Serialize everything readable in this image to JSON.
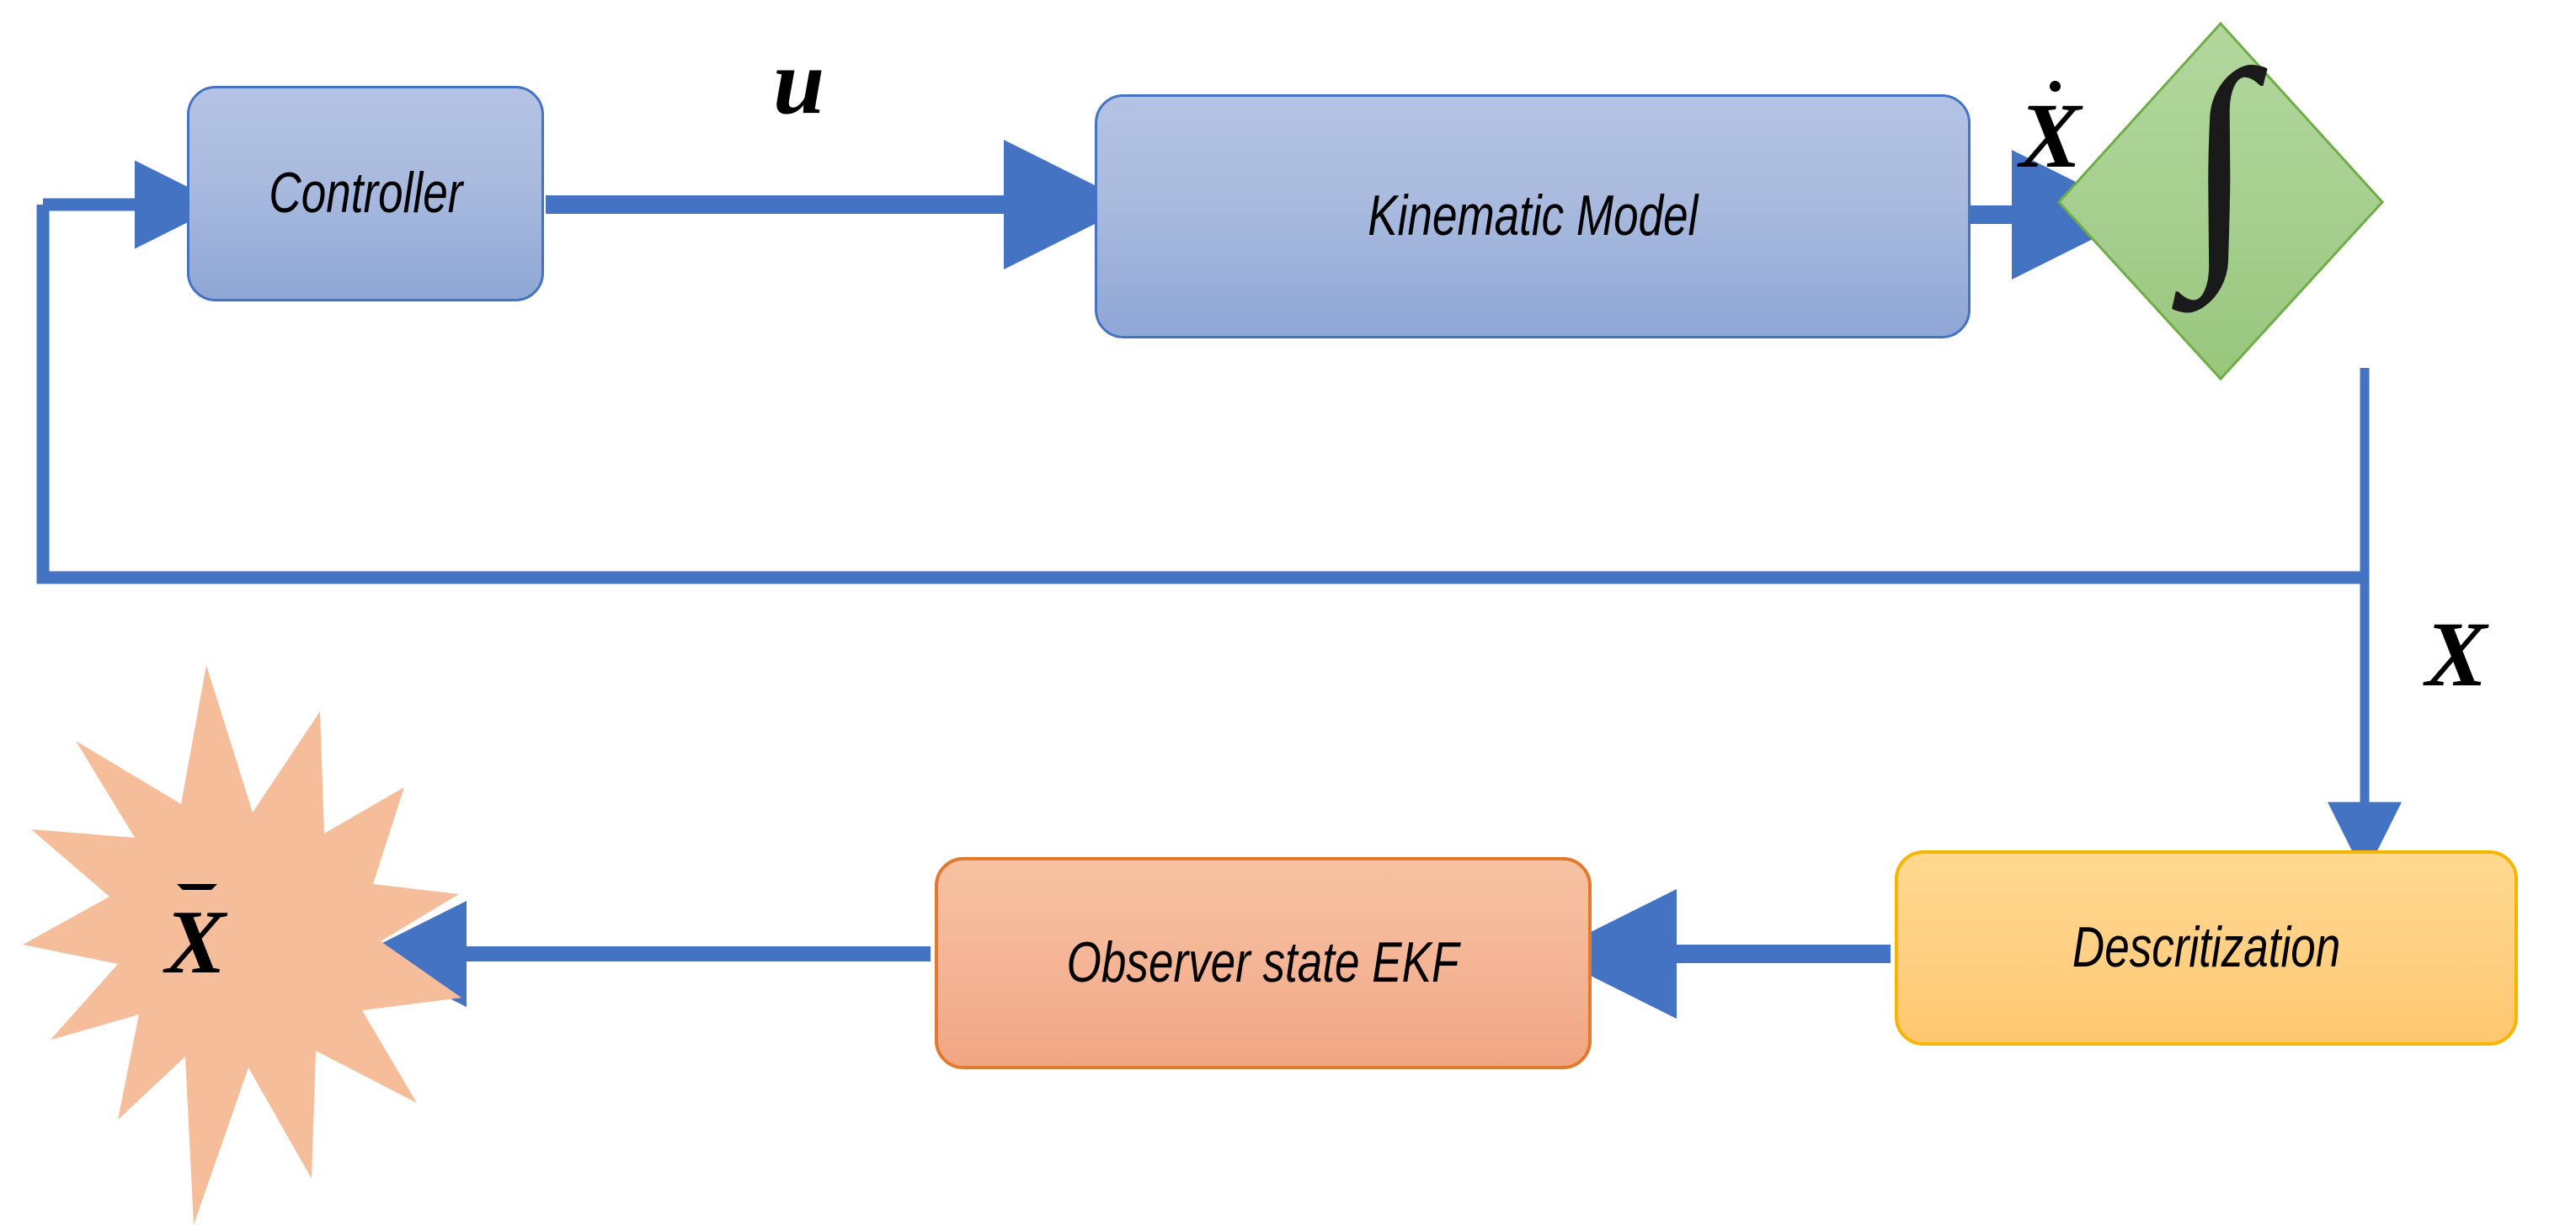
{
  "diagram": {
    "title": "Closed-loop kinematic control with EKF state observer",
    "background_color": "#ffffff",
    "connector_color": "#4573c4"
  },
  "nodes": {
    "controller": {
      "label": "Controller",
      "shape": "rounded-rectangle",
      "fill": "#a9bade",
      "border": "#4573c4"
    },
    "kinematic_model": {
      "label": "Kinematic Model",
      "shape": "rounded-rectangle",
      "fill": "#a9bade",
      "border": "#4573c4"
    },
    "integrator": {
      "label": "∫",
      "icon": "integral-icon",
      "shape": "diamond",
      "fill": "#a8cf8e",
      "border": "#70ad47"
    },
    "descritization": {
      "label": "Descritization",
      "shape": "rounded-rectangle",
      "fill": "#ffd085",
      "border": "#f7b500"
    },
    "observer": {
      "label": "Observer state EKF",
      "shape": "rounded-rectangle",
      "fill": "#f4b596",
      "border": "#e2792c"
    },
    "estimate_burst": {
      "label": "X",
      "accent": "hat",
      "shape": "explosion-star",
      "fill": "#f5bd9a",
      "border": "none"
    }
  },
  "signals": {
    "control_input": {
      "label": "u",
      "from": "controller-feedback",
      "to": "controller"
    },
    "state_derivative": {
      "label": "X",
      "accent": "dot",
      "from": "kinematic-model",
      "to": "integrator"
    },
    "state": {
      "label": "X",
      "accent": "none",
      "from": "integrator",
      "to": "descritization"
    },
    "feedback": {
      "label": "",
      "from": "state-line",
      "to": "controller"
    },
    "measurement": {
      "label": "",
      "from": "descritization",
      "to": "observer"
    },
    "estimate": {
      "label": "",
      "from": "observer",
      "to": "estimate-burst"
    }
  }
}
